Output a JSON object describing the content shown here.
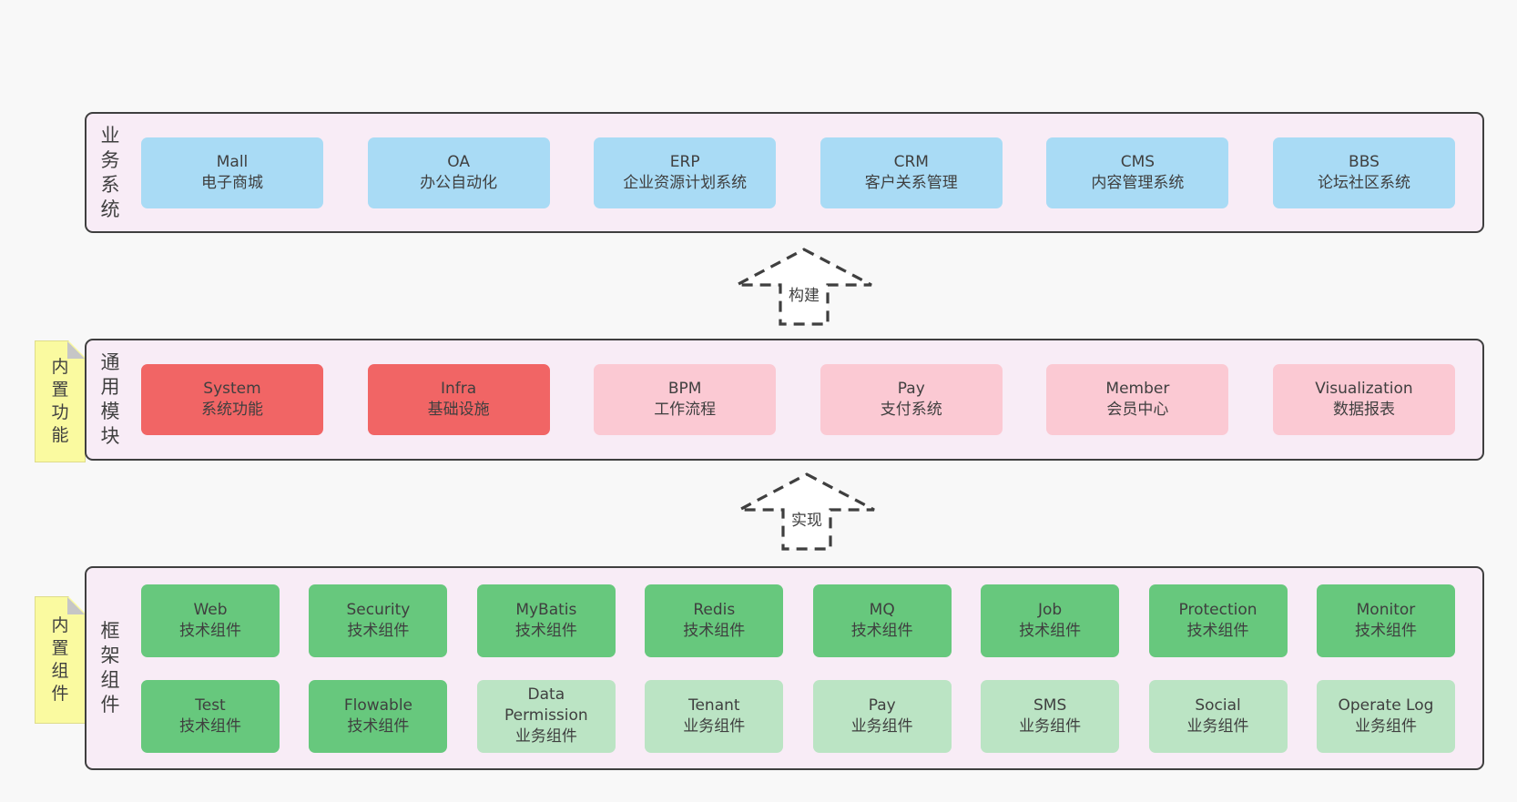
{
  "palette": {
    "page_bg": "#f8f8f8",
    "section_bg": "#f8ecf6",
    "section_border": "#3f3f3f",
    "blue": "#a9dbf5",
    "red": "#f16565",
    "pink": "#fbc9d3",
    "green_dark": "#67c87d",
    "green_light": "#bbe4c4",
    "note_bg": "#fafaa0",
    "note_fold": "#c6c6c6",
    "arrow_fill": "#ffffff",
    "text": "#3f3f3f"
  },
  "arrows": [
    {
      "label": "构建"
    },
    {
      "label": "实现"
    }
  ],
  "sections": [
    {
      "label": "业务系统",
      "items": [
        {
          "en": "Mall",
          "zh": "电子商城"
        },
        {
          "en": "OA",
          "zh": "办公自动化"
        },
        {
          "en": "ERP",
          "zh": "企业资源计划系统"
        },
        {
          "en": "CRM",
          "zh": "客户关系管理"
        },
        {
          "en": "CMS",
          "zh": "内容管理系统"
        },
        {
          "en": "BBS",
          "zh": "论坛社区系统"
        }
      ]
    },
    {
      "label": "通用模块",
      "note": "内置功能",
      "items": [
        {
          "en": "System",
          "zh": "系统功能"
        },
        {
          "en": "Infra",
          "zh": "基础设施"
        },
        {
          "en": "BPM",
          "zh": "工作流程"
        },
        {
          "en": "Pay",
          "zh": "支付系统"
        },
        {
          "en": "Member",
          "zh": "会员中心"
        },
        {
          "en": "Visualization",
          "zh": "数据报表"
        }
      ]
    },
    {
      "label": "框架组件",
      "note": "内置组件",
      "rows": [
        [
          {
            "en": "Web",
            "zh": "技术组件"
          },
          {
            "en": "Security",
            "zh": "技术组件"
          },
          {
            "en": "MyBatis",
            "zh": "技术组件"
          },
          {
            "en": "Redis",
            "zh": "技术组件"
          },
          {
            "en": "MQ",
            "zh": "技术组件"
          },
          {
            "en": "Job",
            "zh": "技术组件"
          },
          {
            "en": "Protection",
            "zh": "技术组件"
          },
          {
            "en": "Monitor",
            "zh": "技术组件"
          }
        ],
        [
          {
            "en": "Test",
            "zh": "技术组件"
          },
          {
            "en": "Flowable",
            "zh": "技术组件"
          },
          {
            "en": "Data Permission",
            "zh": "业务组件"
          },
          {
            "en": "Tenant",
            "zh": "业务组件"
          },
          {
            "en": "Pay",
            "zh": "业务组件"
          },
          {
            "en": "SMS",
            "zh": "业务组件"
          },
          {
            "en": "Social",
            "zh": "业务组件"
          },
          {
            "en": "Operate Log",
            "zh": "业务组件"
          }
        ]
      ]
    }
  ]
}
